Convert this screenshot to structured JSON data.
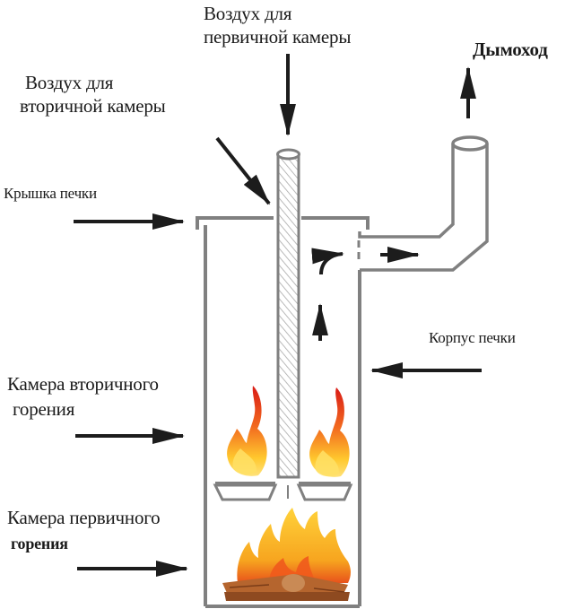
{
  "labels": {
    "primary_air": [
      "Воздух для",
      "первичной камеры"
    ],
    "secondary_air": [
      "Воздух для",
      "вторичной камеры"
    ],
    "chimney": "Дымоход",
    "stove_lid": "Крышка печки",
    "stove_body": "Корпус печки",
    "secondary_chamber": [
      "Камера вторичного",
      "горения"
    ],
    "primary_chamber": [
      "Камера первичного",
      "горения"
    ]
  },
  "colors": {
    "outline": "#7a7a7a",
    "arrow": "#1c1c1c",
    "flame_red": "#e2231a",
    "flame_orange": "#f47a20",
    "flame_yellow": "#ffd23a",
    "wood": "#b5652e"
  }
}
